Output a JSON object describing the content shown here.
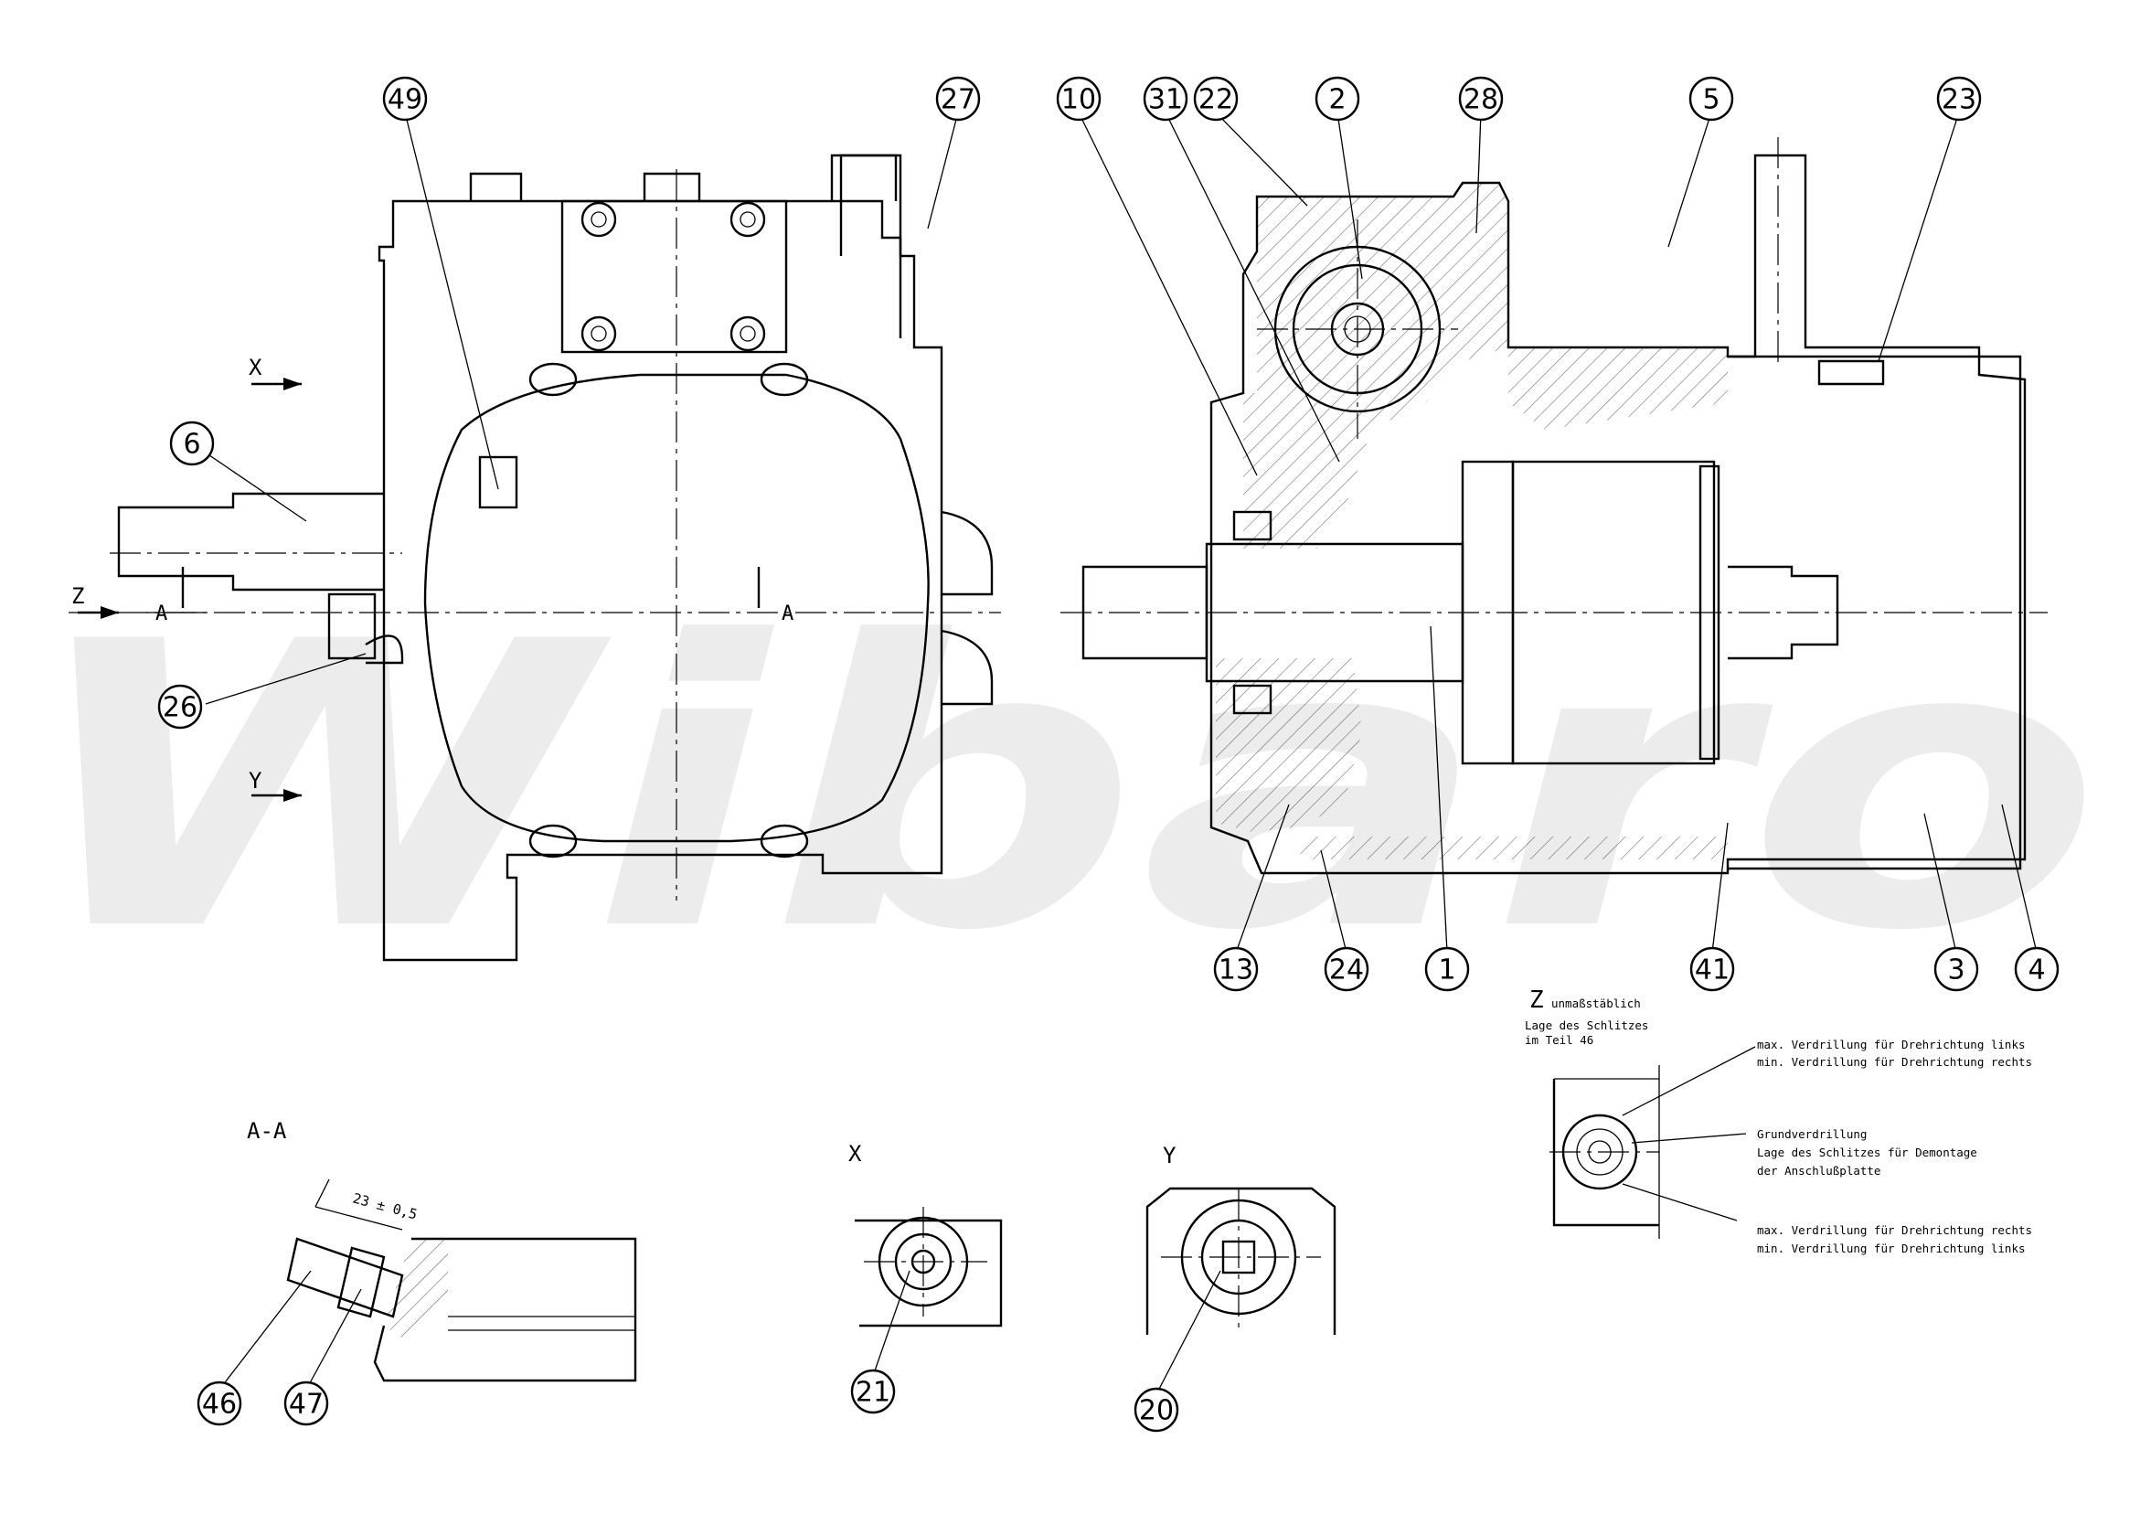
{
  "watermark": "Wibaro",
  "callouts": [
    {
      "id": "c49",
      "label": "49"
    },
    {
      "id": "c27",
      "label": "27"
    },
    {
      "id": "c10",
      "label": "10"
    },
    {
      "id": "c31",
      "label": "31"
    },
    {
      "id": "c22",
      "label": "22"
    },
    {
      "id": "c2",
      "label": "2"
    },
    {
      "id": "c28",
      "label": "28"
    },
    {
      "id": "c5",
      "label": "5"
    },
    {
      "id": "c23",
      "label": "23"
    },
    {
      "id": "c6",
      "label": "6"
    },
    {
      "id": "c26",
      "label": "26"
    },
    {
      "id": "c13",
      "label": "13"
    },
    {
      "id": "c24",
      "label": "24"
    },
    {
      "id": "c1",
      "label": "1"
    },
    {
      "id": "c41",
      "label": "41"
    },
    {
      "id": "c3",
      "label": "3"
    },
    {
      "id": "c4",
      "label": "4"
    },
    {
      "id": "c46",
      "label": "46"
    },
    {
      "id": "c47",
      "label": "47"
    },
    {
      "id": "c21",
      "label": "21"
    },
    {
      "id": "c20",
      "label": "20"
    }
  ],
  "view_arrows": {
    "x": "X",
    "y": "Y",
    "z": "Z",
    "a": "A"
  },
  "section_titles": {
    "aa": "A-A",
    "x": "X",
    "y": "Y"
  },
  "dimension": "23 ± 0,5",
  "detail_z": {
    "letter": "Z",
    "scale": "unmaßstäblich",
    "caption1": "Lage des Schlitzes",
    "caption2": "im Teil 46",
    "note1a": "max. Verdrillung für Drehrichtung links",
    "note1b": "min. Verdrillung für Drehrichtung rechts",
    "note2a": "Grundverdrillung",
    "note2b": "Lage des Schlitzes für Demontage",
    "note2c": "der Anschlußplatte",
    "note3a": "max. Verdrillung für Drehrichtung rechts",
    "note3b": "min. Verdrillung für Drehrichtung links"
  }
}
